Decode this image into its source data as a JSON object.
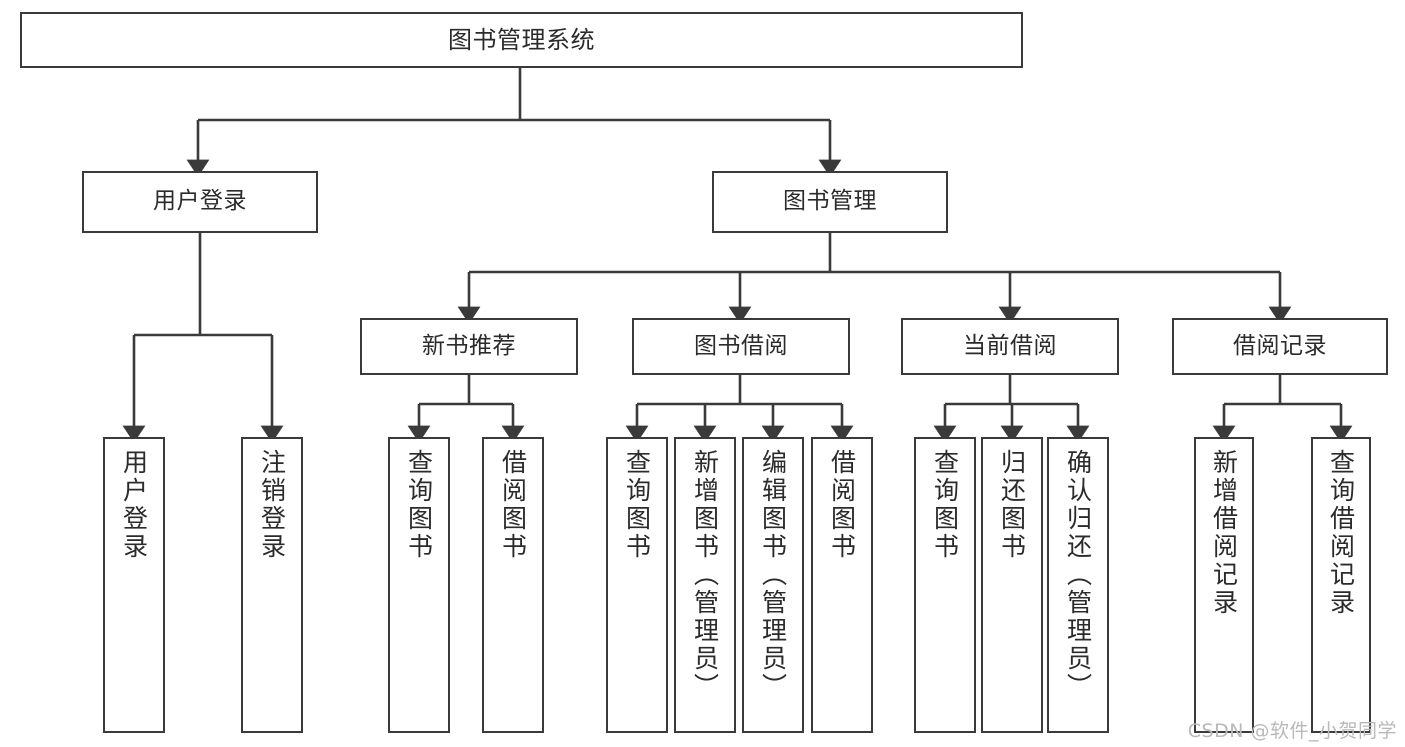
{
  "diagram": {
    "type": "tree-hierarchy-chart",
    "title": "图书管理系统",
    "colors": {
      "background": "#ffffff",
      "stroke": "#3a3a3a",
      "text": "#2b2b2b",
      "watermark": "#b9b9b9"
    },
    "levels": {
      "level1": [
        "图书管理系统"
      ],
      "level2": [
        "用户登录",
        "图书管理"
      ],
      "level3": [
        "新书推荐",
        "图书借阅",
        "当前借阅",
        "借阅记录"
      ],
      "level4": [
        "用户登录",
        "注销登录",
        "查询图书",
        "借阅图书",
        "查询图书",
        "新增图书（管理员）",
        "编辑图书（管理员）",
        "借阅图书",
        "查询图书",
        "归还图书",
        "确认归还（管理员）",
        "新增借阅记录",
        "查询借阅记录"
      ]
    },
    "root": {
      "label": "图书管理系统"
    },
    "branches": [
      {
        "label": "用户登录",
        "children": [
          {
            "label": "用户登录"
          },
          {
            "label": "注销登录"
          }
        ]
      },
      {
        "label": "图书管理",
        "groups": [
          {
            "label": "新书推荐",
            "children": [
              {
                "label": "查询图书"
              },
              {
                "label": "借阅图书"
              }
            ]
          },
          {
            "label": "图书借阅",
            "children": [
              {
                "label": "查询图书"
              },
              {
                "label": "新增图书（管理员）"
              },
              {
                "label": "编辑图书（管理员）"
              },
              {
                "label": "借阅图书"
              }
            ]
          },
          {
            "label": "当前借阅",
            "children": [
              {
                "label": "查询图书"
              },
              {
                "label": "归还图书"
              },
              {
                "label": "确认归还（管理员）"
              }
            ]
          },
          {
            "label": "借阅记录",
            "children": [
              {
                "label": "新增借阅记录"
              },
              {
                "label": "查询借阅记录"
              }
            ]
          }
        ]
      }
    ]
  },
  "watermark": {
    "text": "CSDN @软件_小贺同学"
  }
}
